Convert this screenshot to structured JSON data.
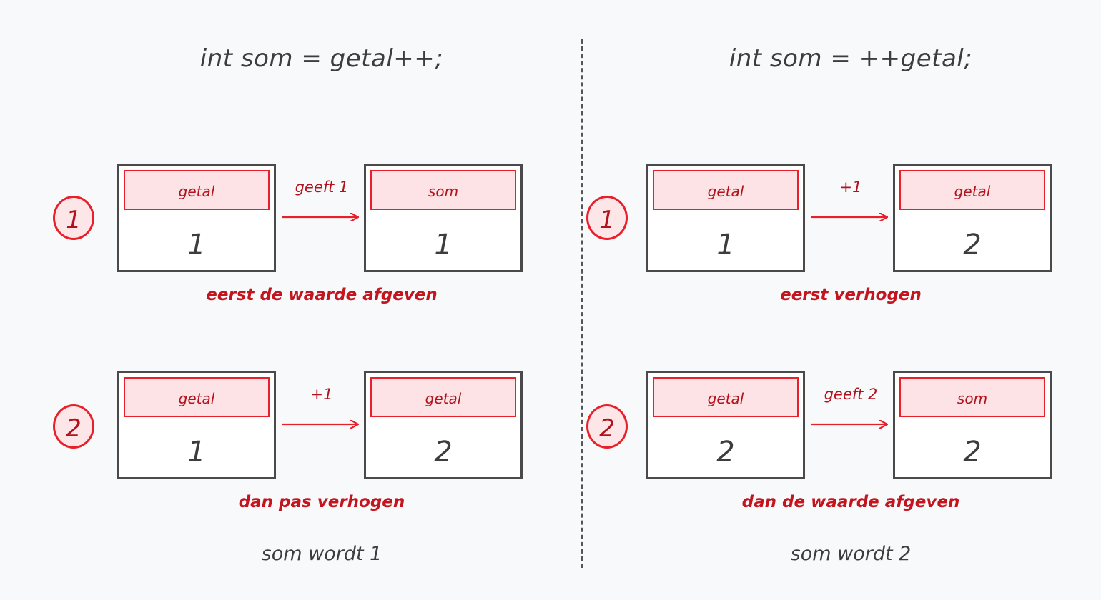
{
  "left": {
    "title": "int som = getal++;",
    "step1": {
      "number": "1",
      "from": {
        "label": "getal",
        "value": "1"
      },
      "arrow_text": "geeft 1",
      "to": {
        "label": "som",
        "value": "1"
      },
      "caption": "eerst de waarde afgeven"
    },
    "step2": {
      "number": "2",
      "from": {
        "label": "getal",
        "value": "1"
      },
      "arrow_text": "+1",
      "to": {
        "label": "getal",
        "value": "2"
      },
      "caption": "dan pas verhogen"
    },
    "result": "som wordt 1"
  },
  "right": {
    "title": "int som = ++getal;",
    "step1": {
      "number": "1",
      "from": {
        "label": "getal",
        "value": "1"
      },
      "arrow_text": "+1",
      "to": {
        "label": "getal",
        "value": "2"
      },
      "caption": "eerst verhogen"
    },
    "step2": {
      "number": "2",
      "from": {
        "label": "getal",
        "value": "2"
      },
      "arrow_text": "geeft 2",
      "to": {
        "label": "som",
        "value": "2"
      },
      "caption": "dan de waarde afgeven"
    },
    "result": "som wordt 2"
  },
  "colors": {
    "accent_red": "#e8202a",
    "label_fill": "#fde3e6",
    "ink": "#3d3d3d",
    "background": "#f8f9fb"
  }
}
